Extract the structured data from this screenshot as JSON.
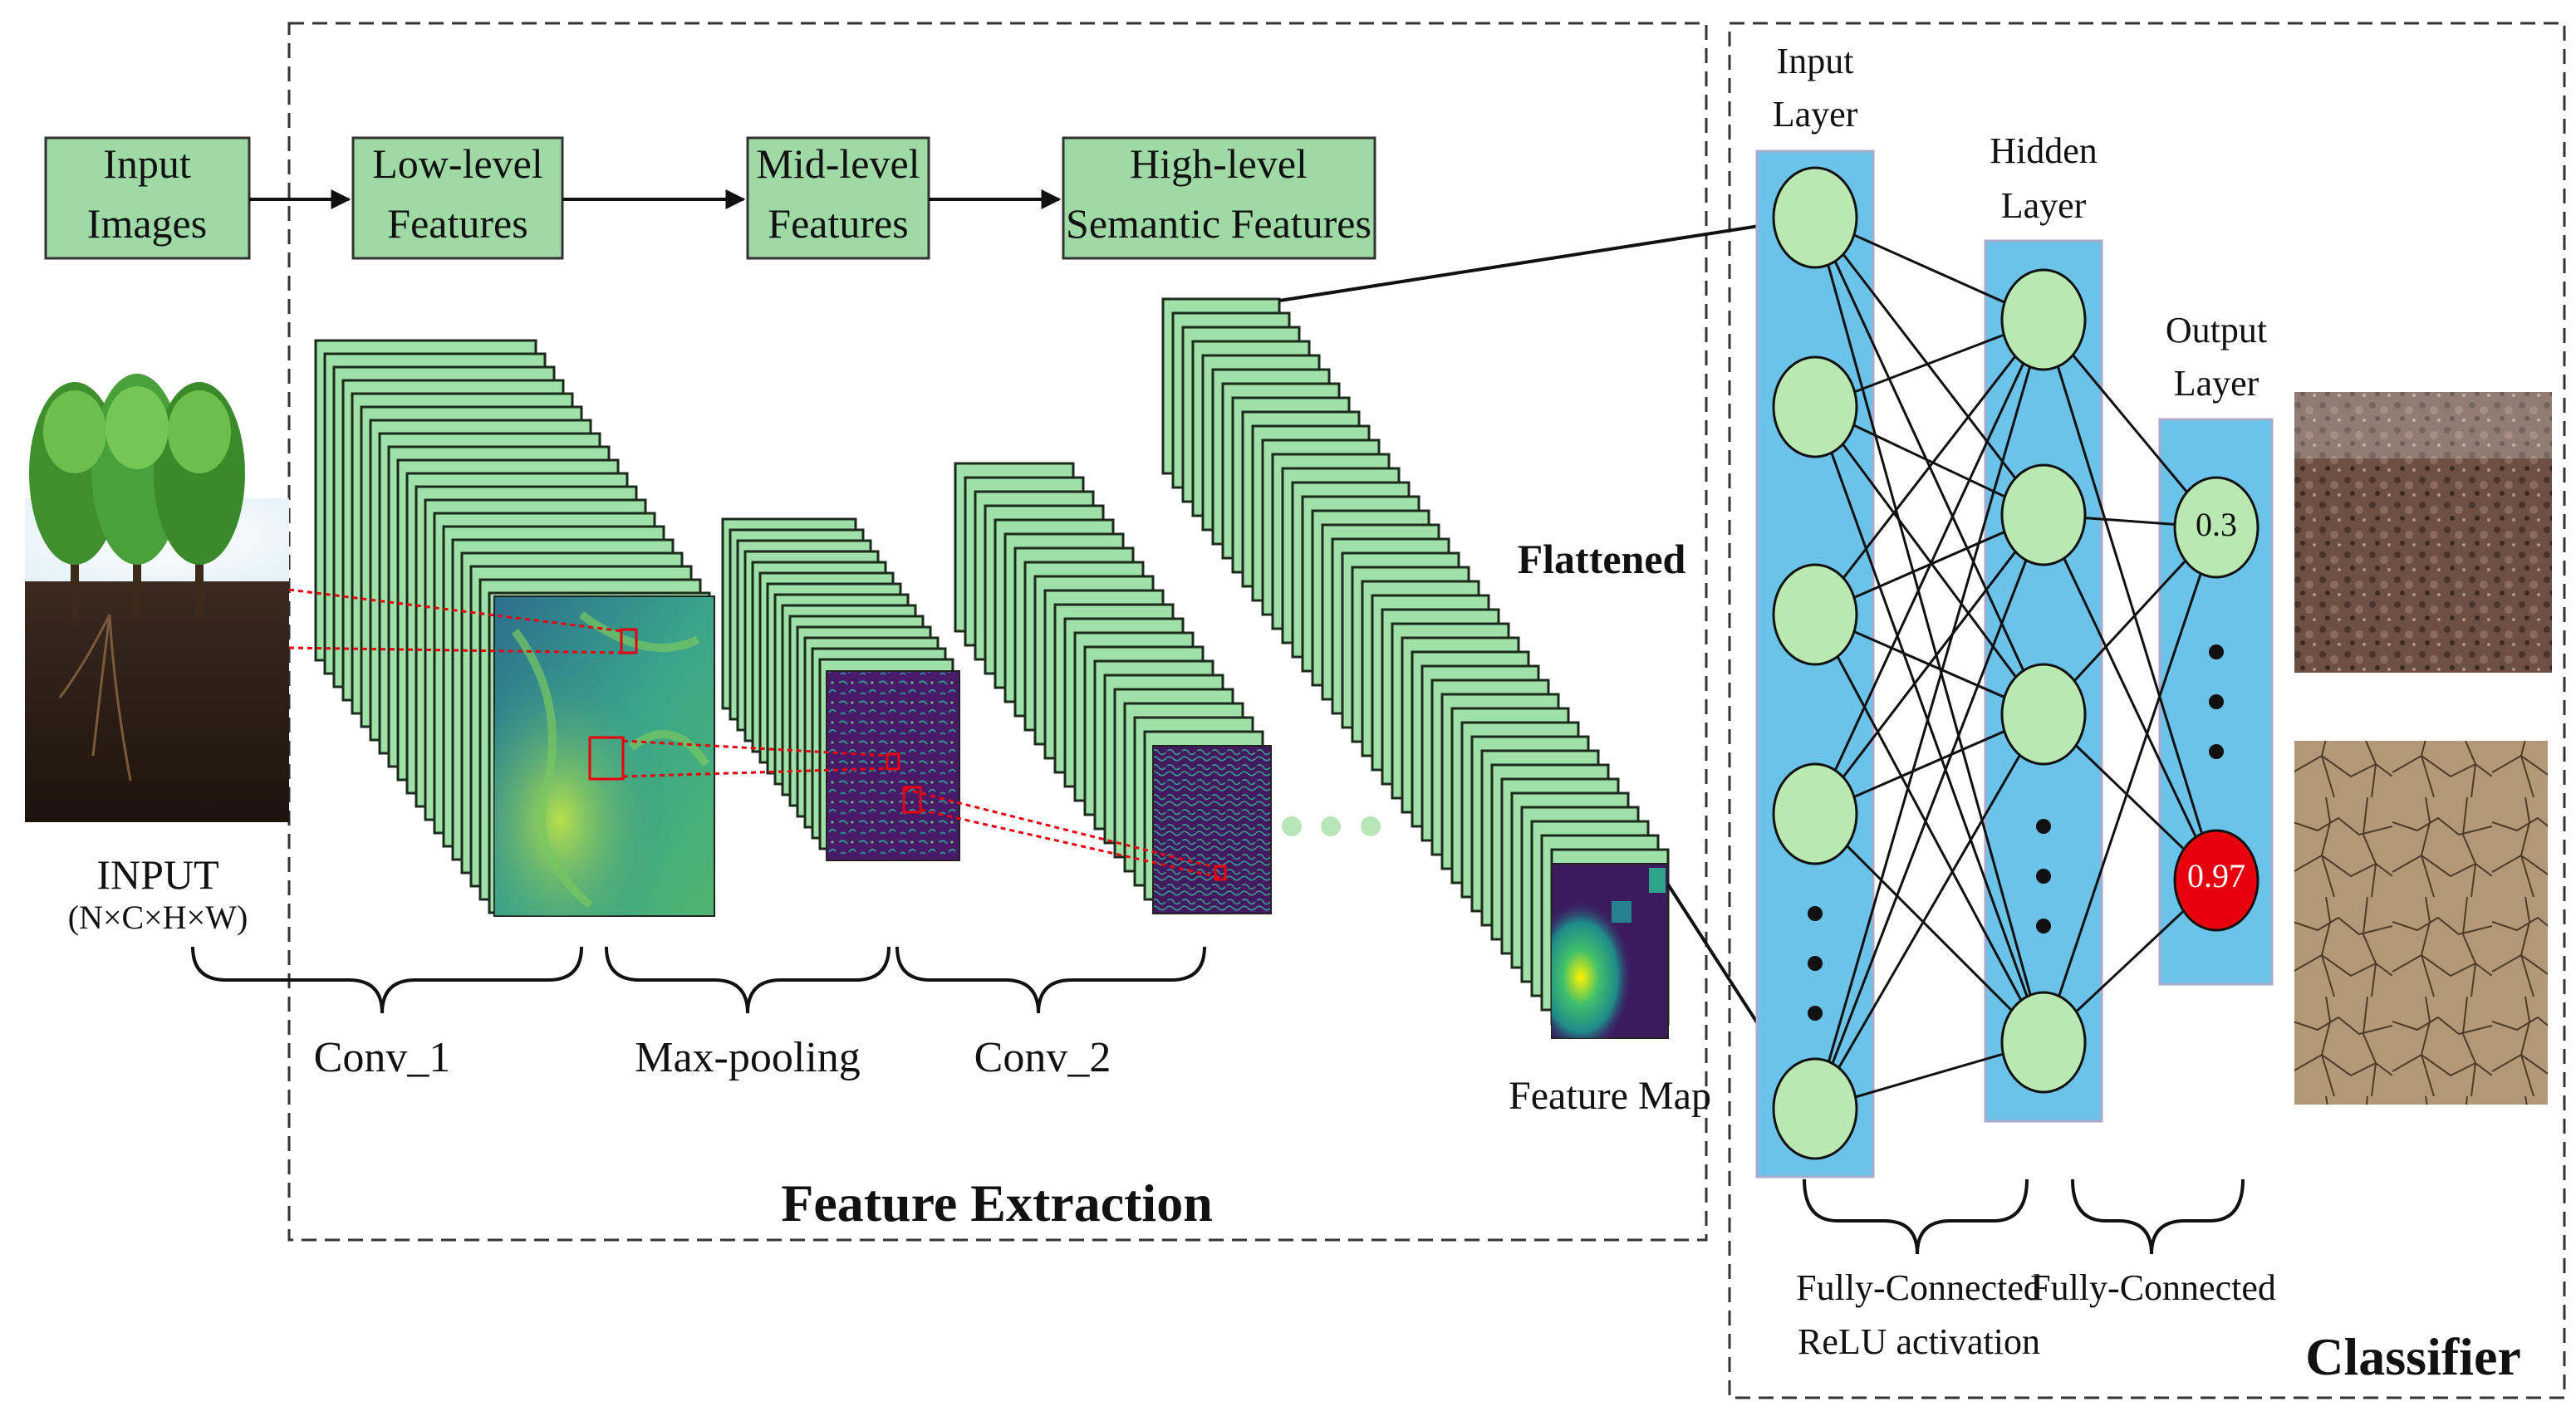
{
  "pipeline": {
    "input_images": [
      "Input",
      "Images"
    ],
    "low_level": [
      "Low-level",
      "Features"
    ],
    "mid_level": [
      "Mid-level",
      "Features"
    ],
    "high_level": [
      "High-level",
      "Semantic Features"
    ]
  },
  "input": {
    "label": "INPUT",
    "dims": "(N×C×H×W)"
  },
  "stages": {
    "conv1": "Conv_1",
    "maxpool": "Max-pooling",
    "conv2": "Conv_2",
    "flattened": "Flattened",
    "feature_map": "Feature Map",
    "feature_extraction": "Feature Extraction"
  },
  "classifier": {
    "title": "Classifier",
    "input_layer": [
      "Input",
      "Layer"
    ],
    "hidden_layer": [
      "Hidden",
      "Layer"
    ],
    "output_layer": [
      "Output",
      "Layer"
    ],
    "output_low": "0.3",
    "output_high": "0.97",
    "fc_relu": [
      "Fully-Connected",
      "ReLU activation"
    ],
    "fc": "Fully-Connected"
  },
  "colors": {
    "box_fill": "#9fd9a5",
    "node_fill": "#b9e8b0",
    "layer_fill": "#6cc3ea",
    "highlight_red": "#e8000d",
    "dashed_border": "#333333"
  },
  "icons": [
    "tree-icon",
    "soil-photo",
    "cracked-soil-photo",
    "heatmap"
  ]
}
